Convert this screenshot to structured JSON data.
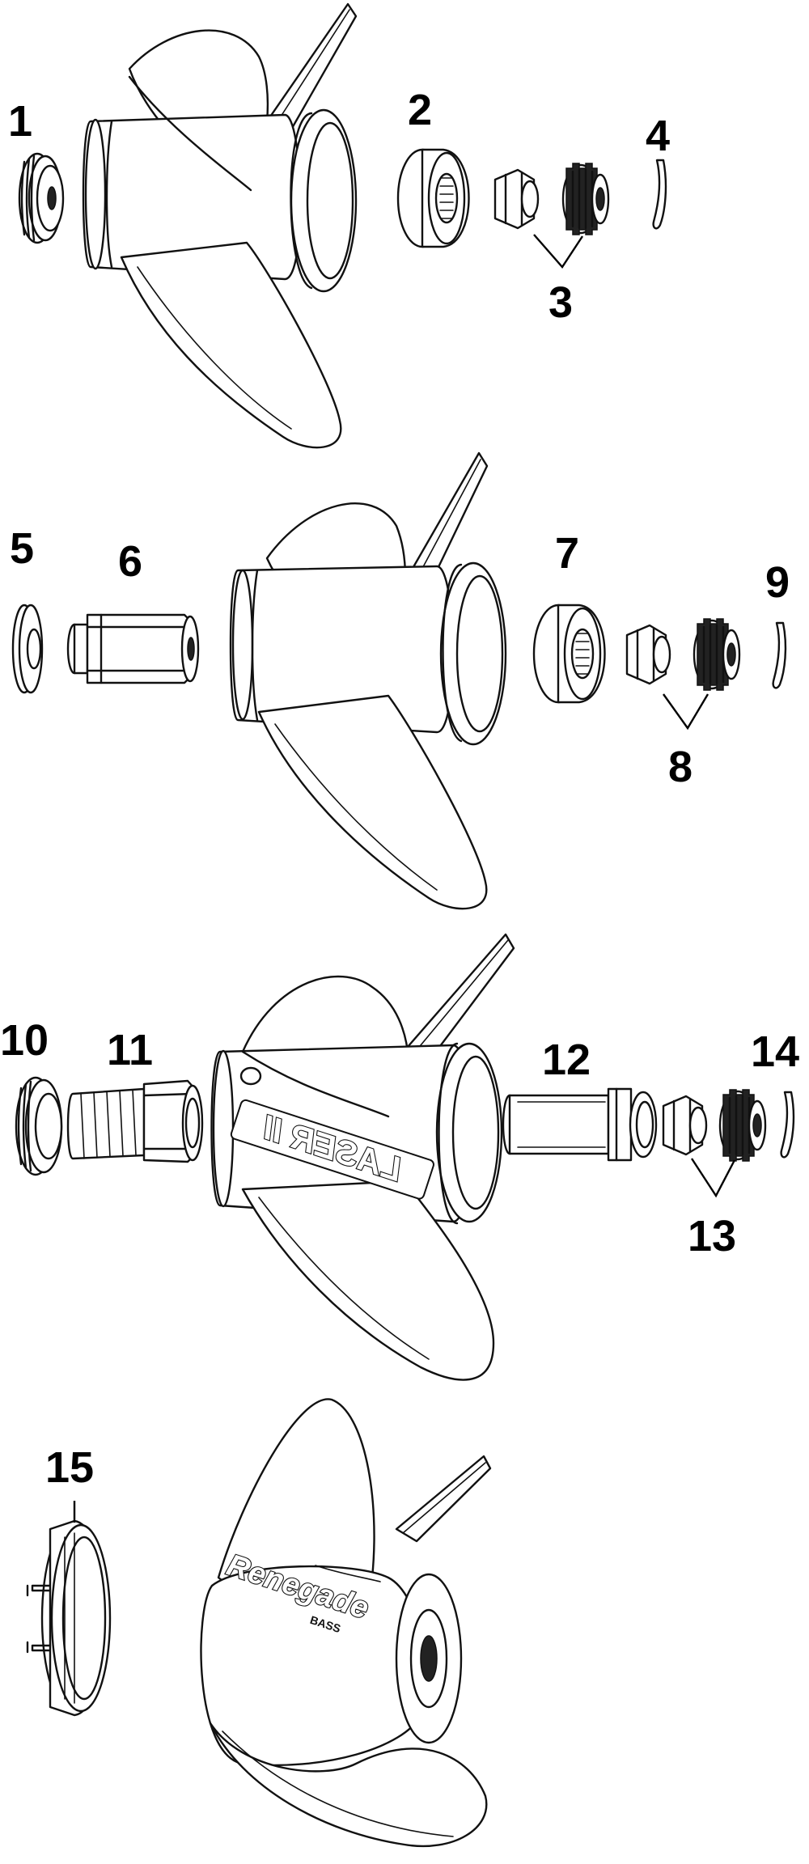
{
  "callouts": [
    "1",
    "2",
    "3",
    "4",
    "5",
    "6",
    "7",
    "8",
    "9",
    "10",
    "11",
    "12",
    "13",
    "14",
    "15"
  ],
  "brand_marks": {
    "laser": "LASER II",
    "renegade": "Renegade",
    "renegade_sub": "BASS"
  },
  "colors": {
    "line": "#111111",
    "background": "#ffffff",
    "fill_dark": "#222222"
  }
}
